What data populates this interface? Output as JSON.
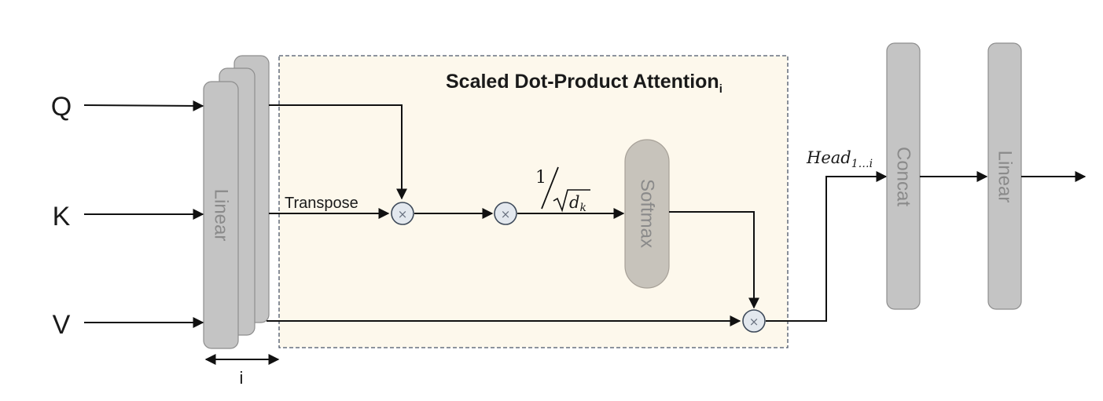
{
  "colors": {
    "block_fill": "#c4c4c4",
    "block_stroke": "#8e8e8e",
    "block_text": "#8a8a8a",
    "softmax_fill": "#c7c3bb",
    "softmax_stroke": "#a7a198",
    "panel_fill": "#fdf8ec",
    "panel_stroke": "#4a5568",
    "arrow": "#111111",
    "op_fill": "#e3e8ee",
    "op_stroke": "#3e4a5a"
  },
  "inputs": {
    "q": "Q",
    "k": "K",
    "v": "V"
  },
  "linear_stack": {
    "label": "Linear",
    "width_label": "i"
  },
  "attention_panel": {
    "title": "Scaled Dot-Product Attention",
    "title_subscript": "i"
  },
  "transpose_label": "Transpose",
  "scale_factor": {
    "numerator": "1",
    "radicand_base": "d",
    "radicand_subscript": "k"
  },
  "softmax_label": "Softmax",
  "ops": {
    "multiply_symbol": "×"
  },
  "head_label": {
    "base": "Head",
    "subscript": "1…i"
  },
  "concat_label": "Concat",
  "output_linear_label": "Linear"
}
